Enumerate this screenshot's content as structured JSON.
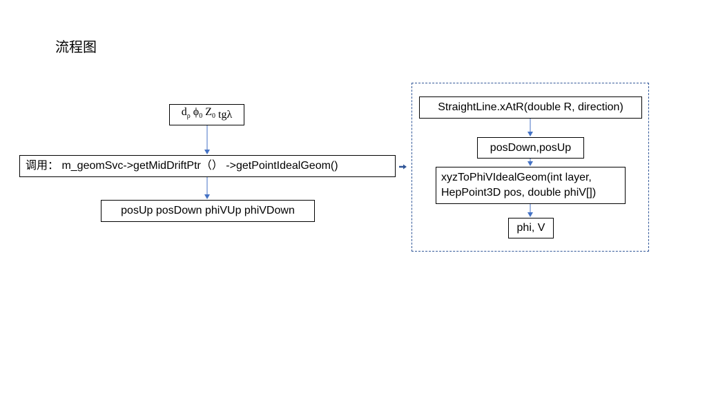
{
  "title": "流程图",
  "nodes": {
    "params": {
      "d": "d",
      "d_sub": "ρ",
      "phi": "ϕ",
      "phi_sub": "0",
      "z": "Z",
      "z_sub": "0",
      "tgl": "tgλ"
    },
    "call": "调用：  m_geomSvc->getMidDriftPtr（） ->getPointIdealGeom()",
    "outputs": "posUp posDown phiVUp phiVDown",
    "straight_line": "StraightLine.xAtR(double R, direction)",
    "pos_pair": "posDown,posUp",
    "xyz_line1": "xyzToPhiVIdealGeom(int layer,",
    "xyz_line2": "HepPoint3D pos, double phiV[])",
    "phi_v": "phi, V"
  },
  "colors": {
    "connector": "#4472c4",
    "group_border": "#2f5597",
    "box_border": "#000000"
  }
}
